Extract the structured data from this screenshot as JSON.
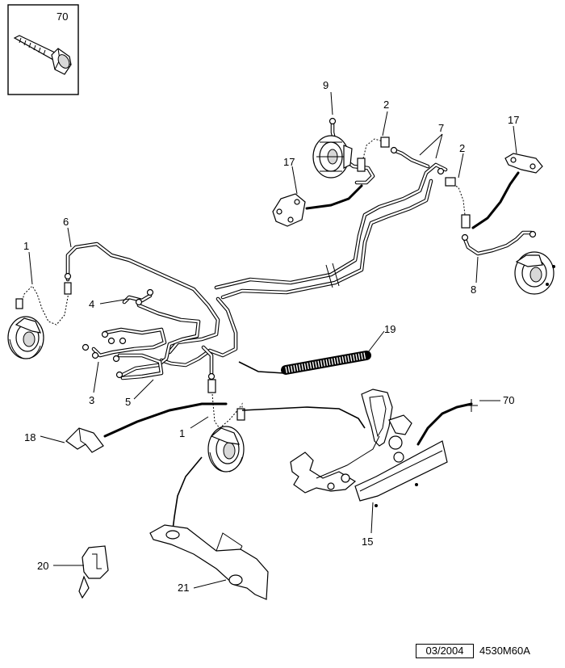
{
  "callouts": {
    "c70_top": "70",
    "c9": "9",
    "c2_a": "2",
    "c7": "7",
    "c17_a": "17",
    "c17_b": "17",
    "c2_b": "2",
    "c6": "6",
    "c1_a": "1",
    "c4": "4",
    "c8": "8",
    "c19": "19",
    "c3": "3",
    "c5": "5",
    "c1_b": "1",
    "c18": "18",
    "c70_right": "70",
    "c15": "15",
    "c20": "20",
    "c21": "21"
  },
  "footer": {
    "date": "03/2004",
    "reference": "4530M60A"
  }
}
